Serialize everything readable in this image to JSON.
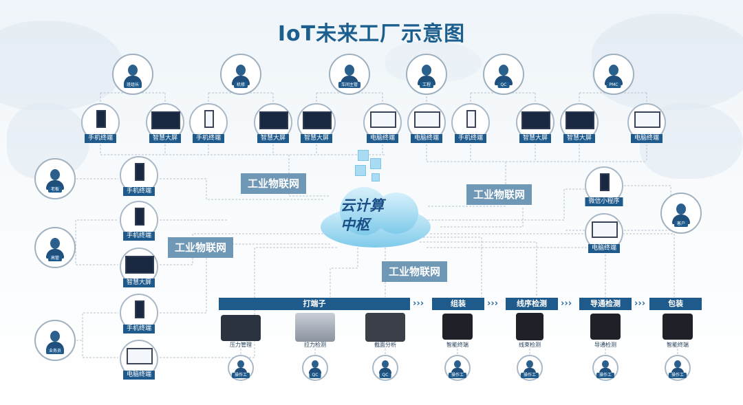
{
  "title": "IoT未来工厂示意图",
  "cloud_label": {
    "line1": "云计算",
    "line2": "中枢"
  },
  "network_labels": [
    "工业物联网",
    "工业物联网",
    "工业物联网",
    "工业物联网"
  ],
  "roles": {
    "top": [
      "班组长",
      "机修",
      "车间主管",
      "工程",
      "QC",
      "PMC"
    ],
    "left": [
      "老板",
      "高管",
      "业务员"
    ],
    "right": [
      "客户"
    ]
  },
  "top_devices": [
    "手机终端",
    "智慧大屏",
    "手机终端",
    "智慧大屏",
    "智慧大屏",
    "电脑终端",
    "电脑终端",
    "手机终端",
    "智慧大屏",
    "智慧大屏",
    "电脑终端"
  ],
  "left_devices": [
    "手机终端",
    "手机终端",
    "智慧大屏",
    "手机终端",
    "电脑终端"
  ],
  "right_devices": [
    "微信小程序",
    "电脑终端"
  ],
  "process_steps": [
    "打端子",
    "组装",
    "线序检测",
    "导通检测",
    "包装"
  ],
  "arrow_glyph": "›››",
  "machines": [
    "压力管理",
    "拉力检测",
    "截面分析",
    "智能终端",
    "线束检测",
    "导通检测",
    "智能终端"
  ],
  "operators": [
    "操作工",
    "QC",
    "QC",
    "操作工",
    "操作工",
    "操作工",
    "操作工"
  ],
  "colors": {
    "accent": "#1f5a8c",
    "title": "#1c5f8e",
    "network": "#6f97b6",
    "cloud": "#7fcbea"
  },
  "icons": [
    "person-icon",
    "phone-icon",
    "monitor-icon",
    "cloud-icon",
    "machine-icon"
  ]
}
